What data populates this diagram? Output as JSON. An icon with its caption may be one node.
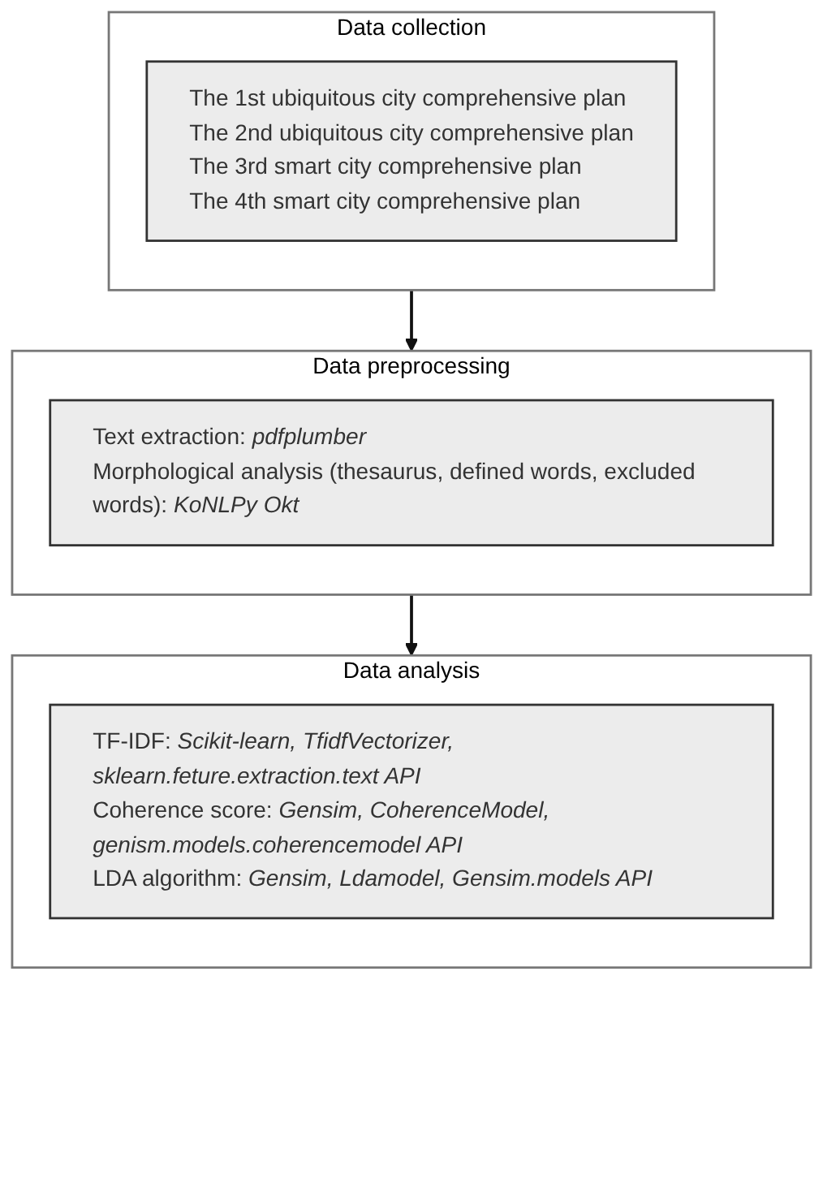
{
  "diagram": {
    "nodes": [
      {
        "text": [
          "Data collection"
        ]
      },
      {
        "text": [
          "The 1st ubiquitous city comprehensive plan",
          "The 2nd ubiquitous city comprehensive plan",
          "The 3rd smart city comprehensive plan",
          "The 4th smart city comprehensive plan"
        ],
        "in": 0
      },
      {
        "text": [
          "Data preprocessing"
        ]
      },
      {
        "text": [
          "Text extraction: *pdfplumber*",
          "Morphological analysis (thesaurus, defined words, excluded words): *KoNLPy Okt*"
        ],
        "in": 2
      },
      {
        "text": [
          "Data analysis"
        ]
      },
      {
        "text": [
          "TF-IDF: *Scikit-learn, TfidfVectorizer, sklearn.feture.extraction.text API*",
          "Coherence score: *Gensim, CoherenceModel, genism.models.coherencemodel API*",
          "LDA algorithm: *Gensim, Ldamodel, Gensim.models API*"
        ],
        "in": 4
      }
    ],
    "edges": [
      {
        "from": 0,
        "to": 2,
        "arrow": "to"
      },
      {
        "from": 2,
        "to": 4,
        "arrow": "to"
      }
    ]
  }
}
